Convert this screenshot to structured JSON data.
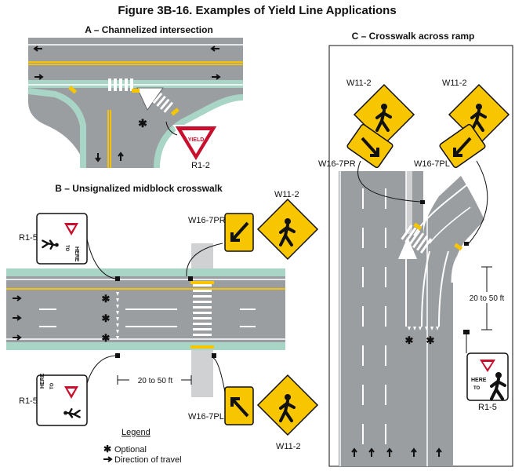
{
  "title": "Figure 3B-16.  Examples of Yield Line Applications",
  "panel_a": {
    "title": "A – Channelized intersection",
    "sign_label": "R1-2",
    "sign_text": "YIELD"
  },
  "panel_b": {
    "title": "B – Unsignalized midblock crosswalk",
    "labels": {
      "r15_top": "R1-5",
      "r15_bottom": "R1-5",
      "w16_pr": "W16-7PR",
      "w16_pl": "W16-7PL",
      "w112_top": "W11-2",
      "w112_bottom": "W11-2"
    },
    "dimension": "20 to 50 ft",
    "r15_text": {
      "here": "HERE",
      "to": "TO"
    }
  },
  "panel_c": {
    "title": "C – Crosswalk across ramp",
    "labels": {
      "w112_left": "W11-2",
      "w112_right": "W11-2",
      "w16_pr": "W16-7PR",
      "w16_pl": "W16-7PL",
      "r15": "R1-5"
    },
    "dimension": "20 to 50 ft",
    "r15_text": {
      "here": "HERE",
      "to": "TO"
    }
  },
  "legend": {
    "title": "Legend",
    "optional": "Optional",
    "direction": "Direction of travel",
    "asterisk": "✱"
  },
  "colors": {
    "road": "#9b9ea1",
    "median": "#a9d5c6",
    "yellow_line": "#f4c20d",
    "sign_yellow": "#f7c600",
    "yield_red": "#c8102e",
    "edge": "#ffffff"
  }
}
